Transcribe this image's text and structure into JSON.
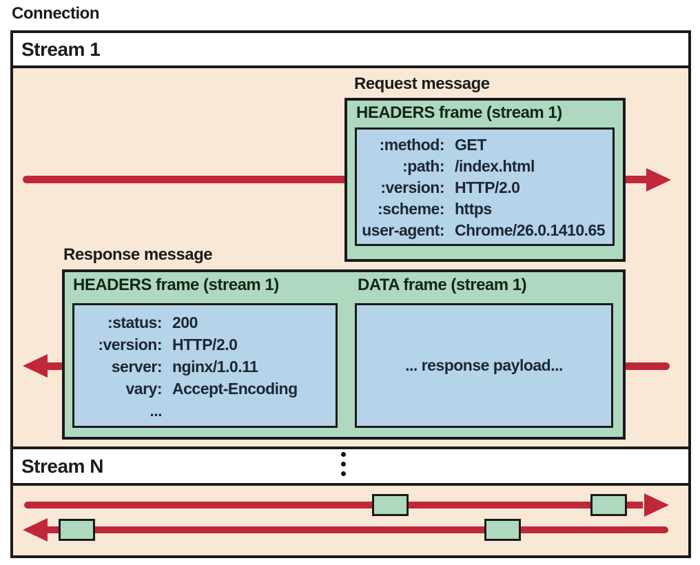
{
  "colors": {
    "peach": "#fae8d7",
    "green": "#aed9bf",
    "blue": "#b5d3e9",
    "red": "#c02739",
    "border": "#1a1a1a",
    "white": "#ffffff"
  },
  "connection": {
    "label": "Connection"
  },
  "streams": {
    "stream1_label": "Stream 1",
    "streamN_label": "Stream N"
  },
  "request": {
    "message_label": "Request message",
    "frame_title": "HEADERS frame (stream 1)",
    "headers": [
      {
        "key": ":method:",
        "value": "GET"
      },
      {
        "key": ":path:",
        "value": "/index.html"
      },
      {
        "key": ":version:",
        "value": "HTTP/2.0"
      },
      {
        "key": ":scheme:",
        "value": "https"
      },
      {
        "key": "user-agent:",
        "value": "Chrome/26.0.1410.65"
      }
    ]
  },
  "response": {
    "message_label": "Response message",
    "headers_frame_title": "HEADERS frame (stream 1)",
    "data_frame_title": "DATA frame (stream 1)",
    "headers": [
      {
        "key": ":status:",
        "value": "200"
      },
      {
        "key": ":version:",
        "value": "HTTP/2.0"
      },
      {
        "key": "server:",
        "value": "nginx/1.0.11"
      },
      {
        "key": "vary:",
        "value": "Accept-Encoding"
      },
      {
        "key": "...",
        "value": ""
      }
    ],
    "payload_text": "... response payload..."
  }
}
